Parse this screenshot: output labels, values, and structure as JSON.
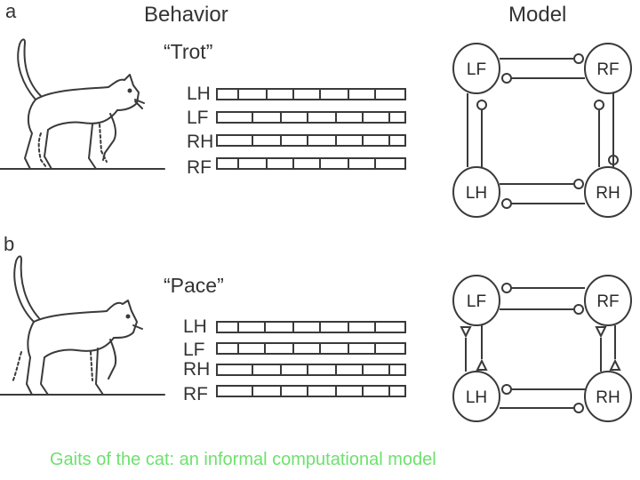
{
  "panel_a": {
    "letter": "a",
    "behavior_header": "Behavior",
    "model_header": "Model",
    "gait_label": "“Trot”",
    "legs": [
      "LH",
      "LF",
      "RH",
      "RF"
    ],
    "nodes": {
      "top_left": "LF",
      "top_right": "RF",
      "bottom_left": "LH",
      "bottom_right": "RH"
    },
    "connection_type": "inhibitory",
    "connection_icon": "open-circle-icon"
  },
  "panel_b": {
    "letter": "b",
    "gait_label": "“Pace”",
    "legs": [
      "LH",
      "LF",
      "RH",
      "RF"
    ],
    "nodes": {
      "top_left": "LF",
      "top_right": "RF",
      "bottom_left": "LH",
      "bottom_right": "RH"
    },
    "horizontal_connection_type": "inhibitory",
    "vertical_connection_type": "excitatory",
    "connection_icons": [
      "open-circle-icon",
      "triangle-icon"
    ]
  },
  "caption": "Gaits of the cat: an informal computational model",
  "colors": {
    "ink": "#3a3a3a",
    "caption": "#6de16d",
    "background": "#ffffff"
  }
}
